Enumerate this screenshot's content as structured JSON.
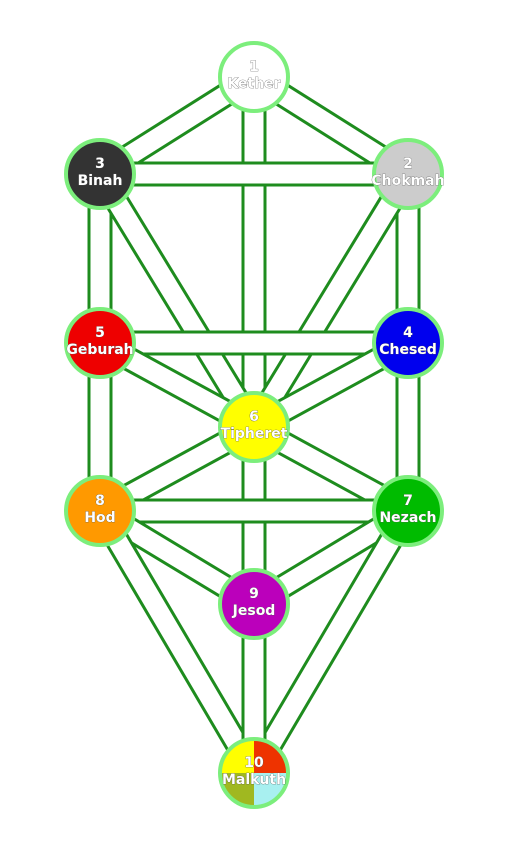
{
  "colors": {
    "path_fill": "#ffffff",
    "path_stroke": "#1e8c1e",
    "ring": "#7cee7c"
  },
  "sephirot": [
    {
      "id": "kether",
      "number": "1",
      "name": "Kether",
      "color": "#ffffff"
    },
    {
      "id": "chokmah",
      "number": "2",
      "name": "Chokmah",
      "color": "#cccccc"
    },
    {
      "id": "binah",
      "number": "3",
      "name": "Binah",
      "color": "#333333"
    },
    {
      "id": "chesed",
      "number": "4",
      "name": "Chesed",
      "color": "#0000ee"
    },
    {
      "id": "geburah",
      "number": "5",
      "name": "Geburah",
      "color": "#ee0000"
    },
    {
      "id": "tipheret",
      "number": "6",
      "name": "Tipheret",
      "color": "#ffff00"
    },
    {
      "id": "nezach",
      "number": "7",
      "name": "Nezach",
      "color": "#00bb00"
    },
    {
      "id": "hod",
      "number": "8",
      "name": "Hod",
      "color": "#ff9900"
    },
    {
      "id": "jesod",
      "number": "9",
      "name": "Jesod",
      "color": "#bb00bb"
    },
    {
      "id": "malkuth",
      "number": "10",
      "name": "Malkuth",
      "quadrant_colors": [
        "#ffff00",
        "#ee3300",
        "#a0b820",
        "#a8f0f0"
      ]
    }
  ],
  "paths": [
    [
      "kether",
      "chokmah"
    ],
    [
      "kether",
      "binah"
    ],
    [
      "kether",
      "tipheret"
    ],
    [
      "chokmah",
      "binah"
    ],
    [
      "chokmah",
      "chesed"
    ],
    [
      "chokmah",
      "tipheret"
    ],
    [
      "binah",
      "geburah"
    ],
    [
      "binah",
      "tipheret"
    ],
    [
      "chesed",
      "geburah"
    ],
    [
      "chesed",
      "tipheret"
    ],
    [
      "chesed",
      "nezach"
    ],
    [
      "geburah",
      "tipheret"
    ],
    [
      "geburah",
      "hod"
    ],
    [
      "tipheret",
      "nezach"
    ],
    [
      "tipheret",
      "hod"
    ],
    [
      "tipheret",
      "jesod"
    ],
    [
      "nezach",
      "hod"
    ],
    [
      "nezach",
      "jesod"
    ],
    [
      "nezach",
      "malkuth"
    ],
    [
      "hod",
      "jesod"
    ],
    [
      "hod",
      "malkuth"
    ],
    [
      "jesod",
      "malkuth"
    ]
  ]
}
